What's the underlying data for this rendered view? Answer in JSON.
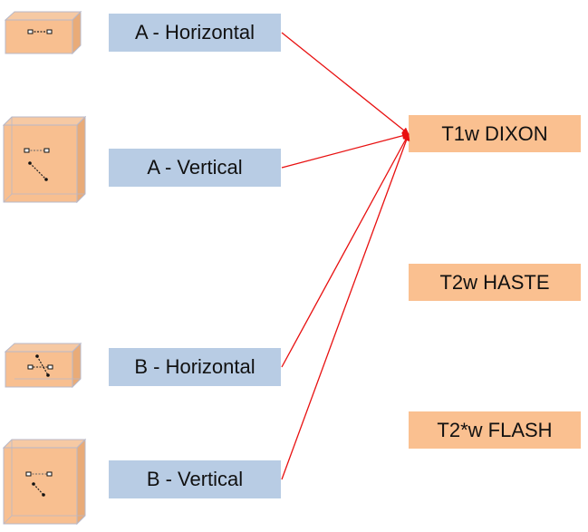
{
  "sequences": {
    "source_labels": [
      "A - Horizontal",
      "A - Vertical",
      "B - Horizontal",
      "B - Vertical"
    ],
    "target_labels": [
      "T1w DIXON",
      "T2w HASTE",
      "T2*w FLASH"
    ]
  },
  "colors": {
    "source_box": "#b8cce4",
    "target_box": "#fac090",
    "phantom_fill": "#f8bf90",
    "phantom_edge": "#b8b8c8",
    "connector": "#e81010"
  },
  "connections": [
    {
      "from": "A - Horizontal",
      "to": "T1w DIXON"
    },
    {
      "from": "A - Vertical",
      "to": "T1w DIXON"
    },
    {
      "from": "B - Horizontal",
      "to": "T1w DIXON"
    },
    {
      "from": "B - Vertical",
      "to": "T1w DIXON"
    }
  ]
}
